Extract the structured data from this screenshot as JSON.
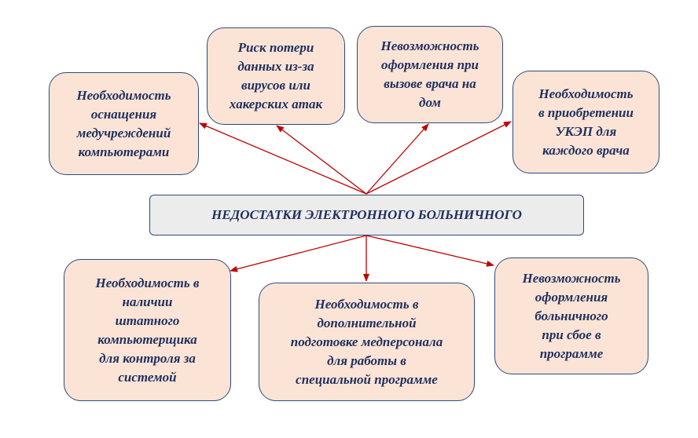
{
  "center": {
    "title": "НЕДОСТАТКИ ЭЛЕКТРОННОГО БОЛЬНИЧНОГО"
  },
  "boxes": [
    {
      "text": "Необходимость\nоснащения\nмедучреждений\nкомпьютерами"
    },
    {
      "text": "Риск потери\nданных из-за\nвирусов или\nхакерских атак"
    },
    {
      "text": "Невозможность\nоформления при\nвызове врача на\nдом"
    },
    {
      "text": "Необходимость\nв приобретении\nУКЭП для\nкаждого врача"
    },
    {
      "text": "Необходимость в\nналичии\nштатного\nкомпьютерщика\nдля контроля за\nсистемой"
    },
    {
      "text": "Необходимость в\nдополнительной\nподготовке медперсонала\nдля работы в\nспециальной программе"
    },
    {
      "text": "Невозможность\nоформления\nбольничного\nпри сбое в\nпрограмме"
    }
  ],
  "colors": {
    "arrow": "#c00000",
    "box_fill": "#fbe4d6",
    "border": "#2e4a7d",
    "text": "#1f2f5e"
  }
}
